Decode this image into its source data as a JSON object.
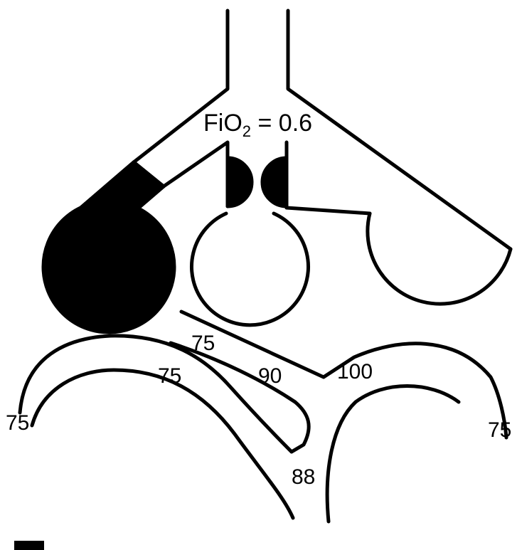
{
  "figure": {
    "fio2_main": "FiO",
    "fio2_sub": "2",
    "fio2_value": " = 0.6",
    "labels": {
      "left_outer": "75",
      "left_inner": "75",
      "middle_upper": "75",
      "middle_lower": "90",
      "junction": "100",
      "right": "75",
      "bottom": "88"
    },
    "colors": {
      "line": "#000000",
      "background": "#ffffff",
      "fill": "#000000"
    }
  }
}
